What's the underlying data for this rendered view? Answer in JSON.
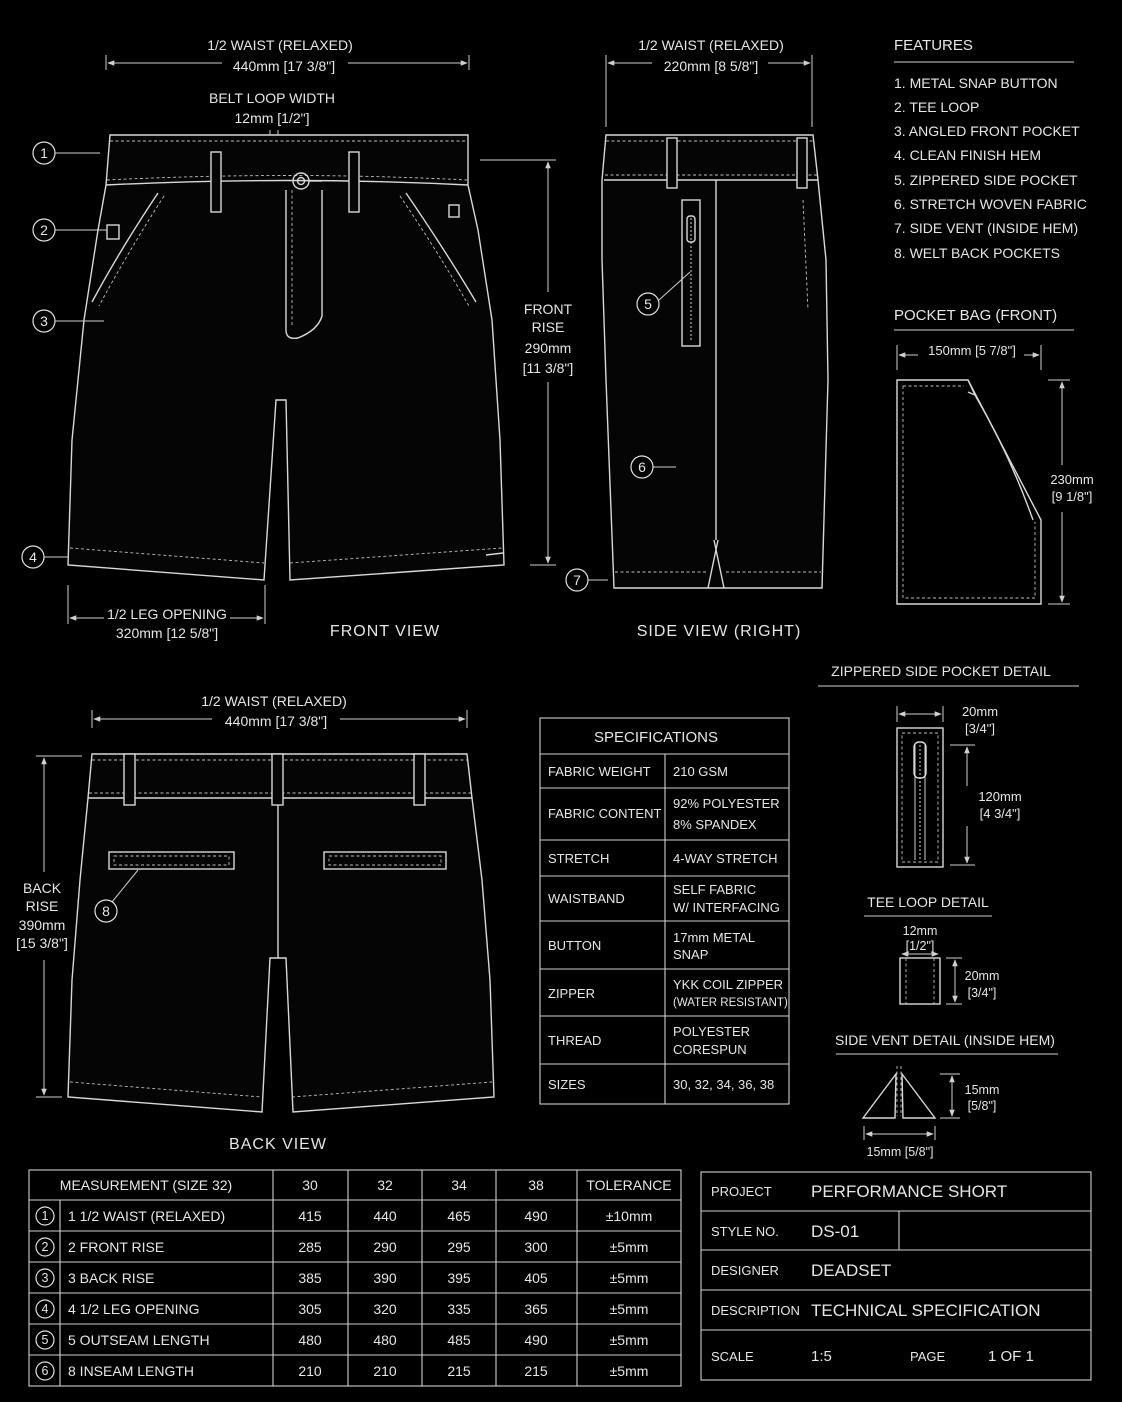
{
  "front_view": {
    "title": "FRONT VIEW",
    "waist_label": "1/2 WAIST (RELAXED)",
    "waist_value": "440mm [17 3/8\"]",
    "belt_loop_label": "BELT LOOP WIDTH",
    "belt_loop_value": "12mm [1/2\"]",
    "rise_lines": [
      "FRONT",
      "RISE",
      "290mm",
      "[11 3/8\"]"
    ],
    "leg_label": "1/2 LEG OPENING",
    "leg_value": "320mm [12 5/8\"]",
    "callouts": [
      "1",
      "2",
      "3",
      "4"
    ]
  },
  "side_view": {
    "title": "SIDE VIEW (RIGHT)",
    "waist_label": "1/2 WAIST (RELAXED)",
    "waist_value": "220mm [8 5/8\"]",
    "callouts": [
      "5",
      "6",
      "7"
    ]
  },
  "back_view": {
    "title": "BACK VIEW",
    "waist_label": "1/2 WAIST (RELAXED)",
    "waist_value": "440mm [17 3/8\"]",
    "rise_lines": [
      "BACK",
      "RISE",
      "390mm",
      "[15 3/8\"]"
    ],
    "callouts": [
      "8"
    ]
  },
  "features": {
    "title": "FEATURES",
    "items": [
      "1.  METAL SNAP BUTTON",
      "2.  TEE LOOP",
      "3.  ANGLED FRONT POCKET",
      "4.  CLEAN FINISH HEM",
      "5.  ZIPPERED SIDE POCKET",
      "6.  STRETCH WOVEN FABRIC",
      "7.  SIDE VENT (INSIDE HEM)",
      "8.  WELT BACK POCKETS"
    ]
  },
  "pocket_bag": {
    "title": "POCKET BAG (FRONT)",
    "width": "150mm [5 7/8\"]",
    "height_lines": [
      "230mm",
      "[9 1/8\"]"
    ]
  },
  "zip_pocket": {
    "title": "ZIPPERED SIDE POCKET DETAIL",
    "width_lines": [
      "20mm",
      "[3/4\"]"
    ],
    "height_lines": [
      "120mm",
      "[4 3/4\"]"
    ]
  },
  "tee_loop": {
    "title": "TEE LOOP DETAIL",
    "width_lines": [
      "12mm",
      "[1/2\"]"
    ],
    "height_lines": [
      "20mm",
      "[3/4\"]"
    ]
  },
  "side_vent": {
    "title": "SIDE VENT DETAIL (INSIDE HEM)",
    "height_lines": [
      "15mm",
      "[5/8\"]"
    ],
    "width": "15mm [5/8\"]"
  },
  "specifications": {
    "title": "SPECIFICATIONS",
    "rows": [
      {
        "label": "FABRIC WEIGHT",
        "value": [
          "210 GSM"
        ]
      },
      {
        "label": "FABRIC CONTENT",
        "value": [
          "92% POLYESTER",
          "8% SPANDEX"
        ]
      },
      {
        "label": "STRETCH",
        "value": [
          "4-WAY STRETCH"
        ]
      },
      {
        "label": "WAISTBAND",
        "value": [
          "SELF FABRIC",
          "W/ INTERFACING"
        ]
      },
      {
        "label": "BUTTON",
        "value": [
          "17mm METAL",
          "SNAP"
        ]
      },
      {
        "label": "ZIPPER",
        "value": [
          "YKK COIL ZIPPER",
          "(WATER RESISTANT)"
        ]
      },
      {
        "label": "THREAD",
        "value": [
          "POLYESTER",
          "CORESPUN"
        ]
      },
      {
        "label": "SIZES",
        "value": [
          "30, 32, 34, 36, 38"
        ]
      }
    ]
  },
  "measurements": {
    "headers": [
      "MEASUREMENT (SIZE 32)",
      "30",
      "32",
      "34",
      "38",
      "TOLERANCE"
    ],
    "rows": [
      {
        "num": "1",
        "name": "1 1/2 WAIST (RELAXED)",
        "values": [
          "415",
          "440",
          "465",
          "490"
        ],
        "tol": "±10mm"
      },
      {
        "num": "2",
        "name": "2 FRONT RISE",
        "values": [
          "285",
          "290",
          "295",
          "300"
        ],
        "tol": "±5mm"
      },
      {
        "num": "3",
        "name": "3 BACK RISE",
        "values": [
          "385",
          "390",
          "395",
          "405"
        ],
        "tol": "±5mm"
      },
      {
        "num": "4",
        "name": "4 1/2 LEG OPENING",
        "values": [
          "305",
          "320",
          "335",
          "365"
        ],
        "tol": "±5mm"
      },
      {
        "num": "5",
        "name": "5 OUTSEAM LENGTH",
        "values": [
          "480",
          "480",
          "485",
          "490"
        ],
        "tol": "±5mm"
      },
      {
        "num": "6",
        "name": "8 INSEAM LENGTH",
        "values": [
          "210",
          "210",
          "215",
          "215"
        ],
        "tol": "±5mm"
      }
    ]
  },
  "title_block": {
    "project_label": "PROJECT",
    "project": "PERFORMANCE SHORT",
    "style_label": "STYLE NO.",
    "style": "DS-01",
    "designer_label": "DESIGNER",
    "designer": "DEADSET",
    "description_label": "DESCRIPTION",
    "description": "TECHNICAL SPECIFICATION",
    "scale_label": "SCALE",
    "scale": "1:5",
    "page_label": "PAGE",
    "page": "1 OF 1"
  },
  "colors": {
    "background": "#000000",
    "line": "#d8d8d8",
    "text": "#e6e6e6"
  }
}
